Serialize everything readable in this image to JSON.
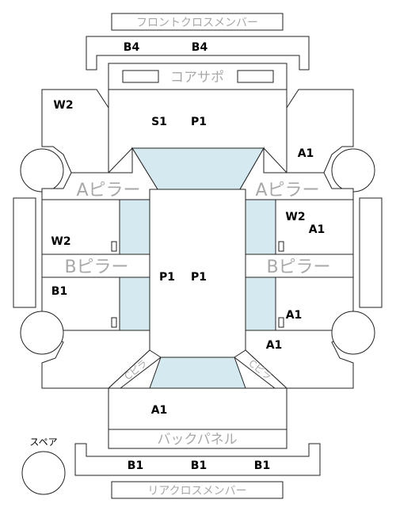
{
  "labels": {
    "front_cross_member": "フロントクロスメンバー",
    "core_support": "コアサポ",
    "a_pillar_left": "Aピラー",
    "a_pillar_right": "Aピラー",
    "b_pillar_left": "Bピラー",
    "b_pillar_right": "Bピラー",
    "back_panel": "バックパネル",
    "rear_cross_member": "リアクロスメンバー",
    "spare": "スペア",
    "c_pillar_left": "Cピラ",
    "c_pillar_right": "Cピラ"
  },
  "codes": {
    "front_member_left": "B4",
    "front_member_right": "B4",
    "front_left_fender": "W2",
    "hood_left": "S1",
    "hood_right": "P1",
    "front_right_fender": "A1",
    "front_left_door": "W2",
    "front_right_door_1": "W2",
    "front_right_door_2": "A1",
    "rear_left_door": "B1",
    "roof_left": "P1",
    "roof_right": "P1",
    "rear_right_door": "A1",
    "rear_right_quarter": "A1",
    "trunk": "A1",
    "rear_member_1": "B1",
    "rear_member_2": "B1",
    "rear_member_3": "B1"
  },
  "colors": {
    "glass": "#d5eaf0",
    "outline": "#222222",
    "label_gray": "#a8a8a8"
  }
}
